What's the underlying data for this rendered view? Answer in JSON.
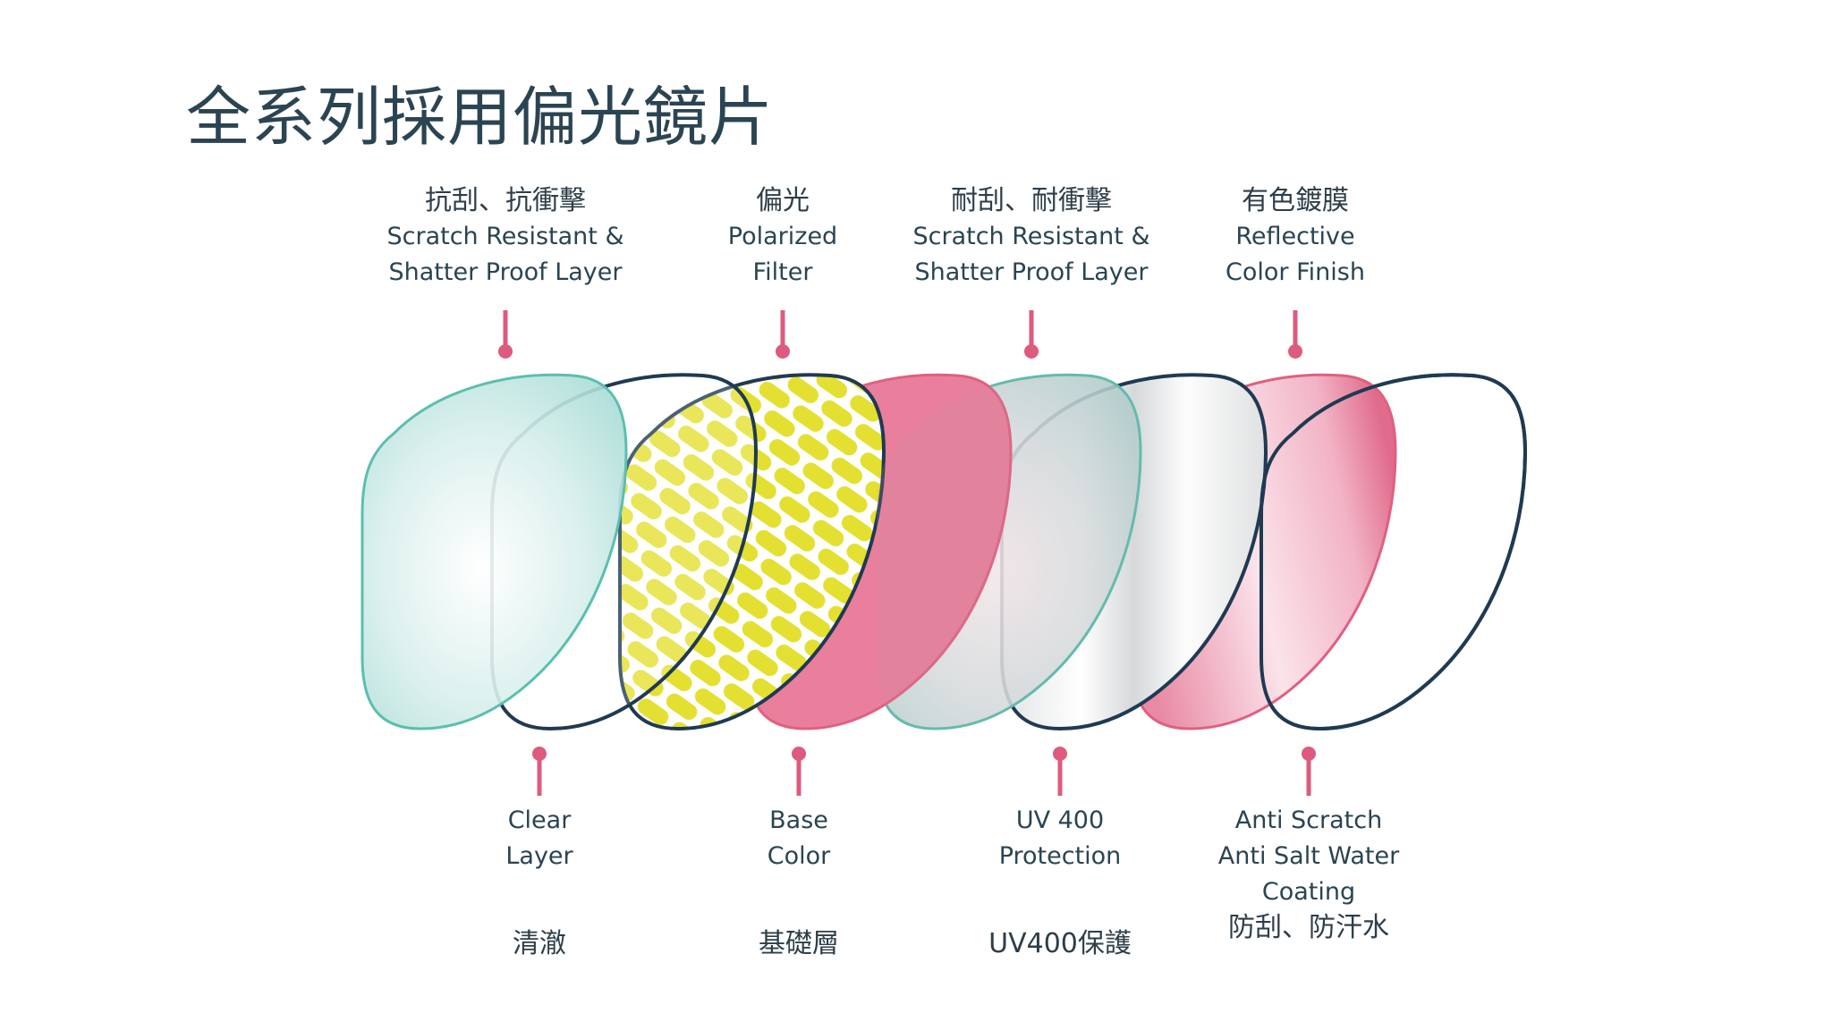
{
  "title": "全系列採用偏光鏡片",
  "colors": {
    "text": "#2b4452",
    "pin": "#dd5b7e",
    "teal": "#5bbfae",
    "navy": "#1f3a52",
    "yellow": "#e4e031",
    "pink": "#e97f9c"
  },
  "top_labels": [
    {
      "zh": "抗刮、抗衝擊",
      "en_line1": "Scratch Resistant &",
      "en_line2": "Shatter Proof Layer"
    },
    {
      "zh": "偏光",
      "en_line1": "Polarized",
      "en_line2": "Filter"
    },
    {
      "zh": "耐刮、耐衝擊",
      "en_line1": "Scratch Resistant &",
      "en_line2": "Shatter Proof Layer"
    },
    {
      "zh": "有色鍍膜",
      "en_line1": "Reflective",
      "en_line2": "Color Finish"
    }
  ],
  "bottom_labels": [
    {
      "en_line1": "Clear",
      "en_line2": "Layer",
      "en_line3": "",
      "zh": "清澈"
    },
    {
      "en_line1": "Base",
      "en_line2": "Color",
      "en_line3": "",
      "zh": "基礎層"
    },
    {
      "en_line1": "UV 400",
      "en_line2": "Protection",
      "en_line3": "",
      "zh": "UV400保護"
    },
    {
      "en_line1": "Anti Scratch",
      "en_line2": "Anti Salt Water",
      "en_line3": "Coating",
      "zh": "防刮、防汗水"
    }
  ],
  "lens_layers": [
    {
      "name": "teal-scratch-layer",
      "style": "teal"
    },
    {
      "name": "clear-layer",
      "style": "outline"
    },
    {
      "name": "polarized-filter",
      "style": "pattern"
    },
    {
      "name": "base-color",
      "style": "pink"
    },
    {
      "name": "teal-shatter-layer",
      "style": "teal"
    },
    {
      "name": "uv400-layer",
      "style": "silver"
    },
    {
      "name": "reflective-color-finish",
      "style": "pinkgrad"
    },
    {
      "name": "anti-scratch-coating",
      "style": "outline"
    }
  ]
}
